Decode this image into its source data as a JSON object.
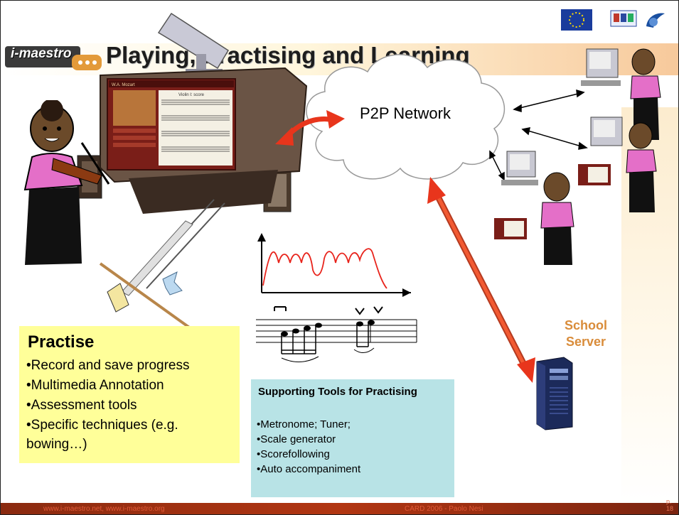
{
  "slide": {
    "logo_text": "i-maestro",
    "title": "Playing, Practising and Learning",
    "footer_left": "www.i-maestro.net, www.i-maestro.org",
    "footer_center": "CARD 2006 - Paolo Nesi",
    "page_number": "p. 18"
  },
  "network": {
    "cloud_label": "P2P Network",
    "server_label_line1": "School",
    "server_label_line2": "Server"
  },
  "practise": {
    "title": "Practise",
    "items": [
      "•Record and save progress",
      "•Multimedia Annotation",
      "•Assessment tools",
      "•Specific techniques (e.g.",
      "bowing…)"
    ]
  },
  "tools": {
    "title": "Supporting Tools for Practising",
    "items": [
      "•Metronome; Tuner;",
      "•Scale generator",
      "•Scorefollowing",
      "•Auto accompaniment"
    ]
  },
  "screen": {
    "header": "W.A. Mozart",
    "score_title": "Violin I: score"
  },
  "colors": {
    "accent_red": "#e8351c",
    "practise_bg": "#ffff99",
    "tools_bg": "#b8e3e6",
    "server_label": "#d98c3a",
    "footer_bar": "#b23612"
  }
}
